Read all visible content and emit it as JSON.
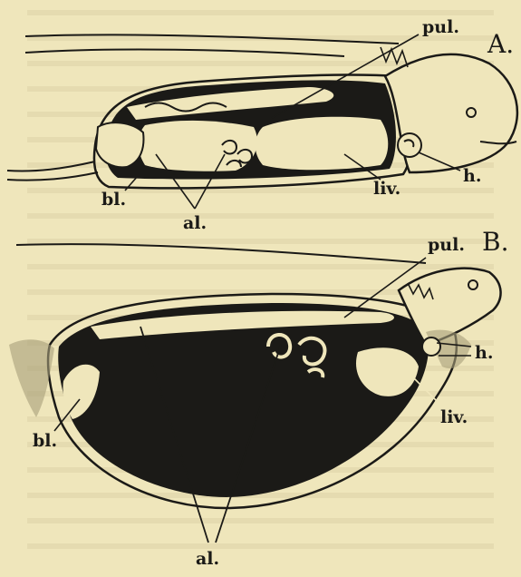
{
  "figures": [
    {
      "id": "A",
      "panel_label": "A.",
      "labels": {
        "pul": "pul.",
        "h": "h.",
        "liv": "liv.",
        "bl": "bl.",
        "al": "al."
      }
    },
    {
      "id": "B",
      "panel_label": "B.",
      "labels": {
        "pul": "pul.",
        "h": "h.",
        "liv": "liv.",
        "bl": "bl.",
        "al": "al."
      }
    }
  ],
  "colors": {
    "paper": "#efe6bb",
    "ink": "#1b1a17",
    "bleed_text": "#d8cfa4"
  }
}
